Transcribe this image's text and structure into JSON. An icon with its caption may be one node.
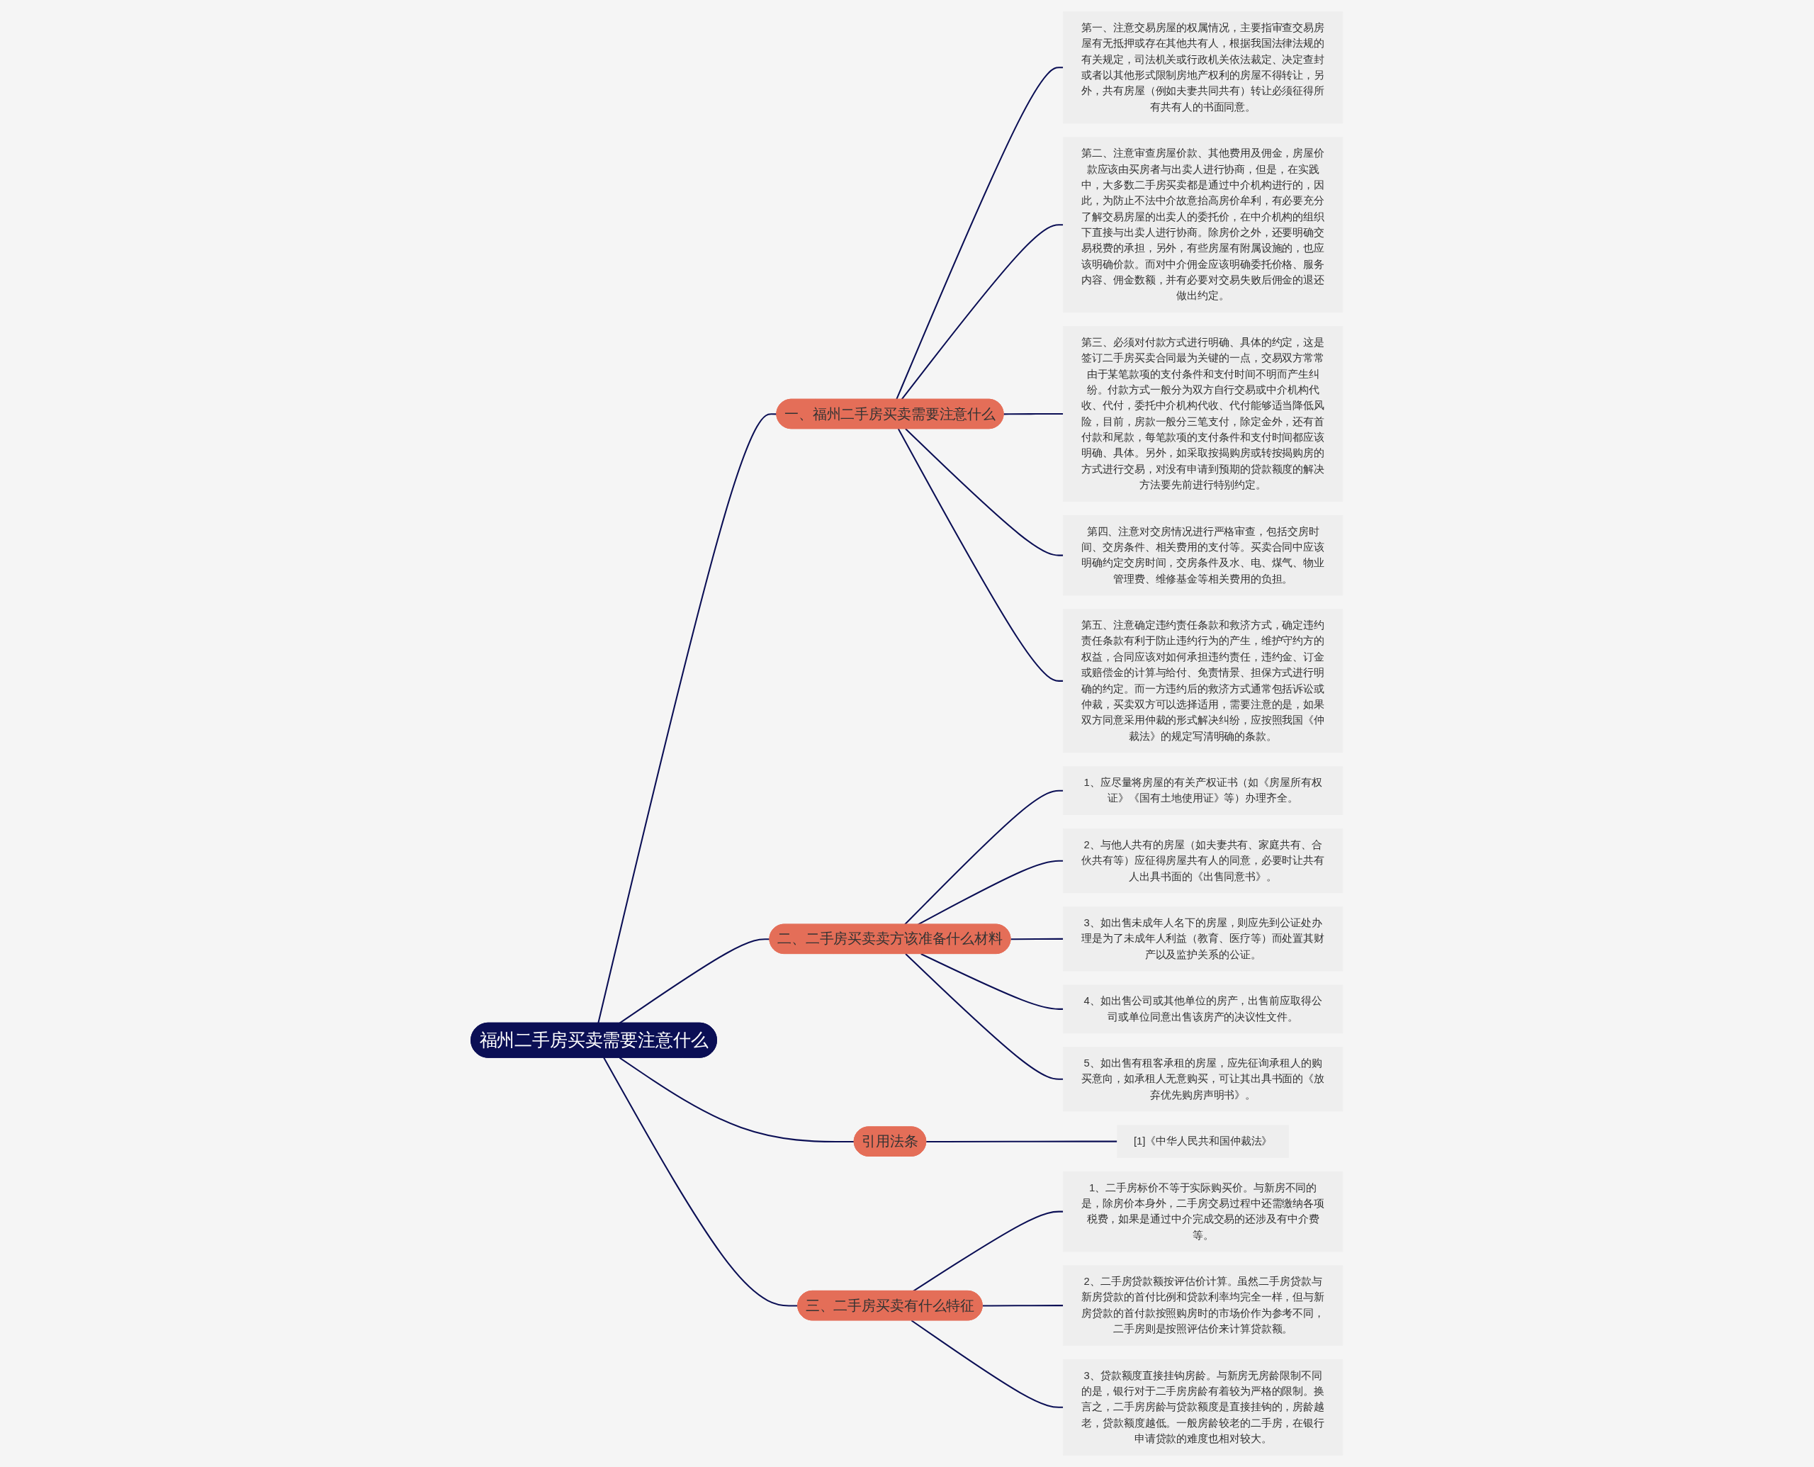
{
  "diagram": {
    "nodes": [
      {
        "text": [
          "福州二手房买卖需要注意什么"
        ]
      },
      {
        "text": [
          "一、福州二手房买卖需要注意什么"
        ]
      },
      {
        "text": [
          "第一、注意交易房屋的权属情况，主要指审查交易房屋有无抵押或存在其他共有人，根据我国法律法规的有关规定，司法机关或行政机关依法裁定、决定查封或者以其他形式限制房地产权利的房屋不得转让，另外，共有房屋（例如夫妻共同共有）转让必须征得所有共有人的书面同意。"
        ]
      },
      {
        "text": [
          "第二、注意审查房屋价款、其他费用及佣金，房屋价款应该由买房者与出卖人进行协商，但是，在实践中，大多数二手房买卖都是通过中介机构进行的，因此，为防止不法中介故意抬高房价牟利，有必要充分了解交易房屋的出卖人的委托价，在中介机构的组织下直接与出卖人进行协商。除房价之外，还要明确交易税费的承担，另外，有些房屋有附属设施的，也应该明确价款。而对中介佣金应该明确委托价格、服务内容、佣金数额，并有必要对交易失败后佣金的退还做出约定。"
        ]
      },
      {
        "text": [
          "第三、必须对付款方式进行明确、具体的约定，这是签订二手房买卖合同最为关键的一点，交易双方常常由于某笔款项的支付条件和支付时间不明而产生纠纷。付款方式一般分为双方自行交易或中介机构代收、代付，委托中介机构代收、代付能够适当降低风险，目前，房款一般分三笔支付，除定金外，还有首付款和尾款，每笔款项的支付条件和支付时间都应该明确、具体。另外，如采取按揭购房或转按揭购房的方式进行交易，对没有申请到预期的贷款额度的解决方法要先前进行特别约定。"
        ]
      },
      {
        "text": [
          "第四、注意对交房情况进行严格审查，包括交房时间、交房条件、相关费用的支付等。买卖合同中应该明确约定交房时间，交房条件及水、电、煤气、物业管理费、维修基金等相关费用的负担。"
        ]
      },
      {
        "text": [
          "第五、注意确定违约责任条款和救济方式，确定违约责任条款有利于防止违约行为的产生，维护守约方的权益，合同应该对如何承担违约责任，违约金、订金或赔偿金的计算与给付、免责情景、担保方式进行明确的约定。而一方违约后的救济方式通常包括诉讼或仲裁，买卖双方可以选择适用，需要注意的是，如果双方同意采用仲裁的形式解决纠纷，应按照我国《仲裁法》的规定写清明确的条款。"
        ]
      },
      {
        "text": [
          "二、二手房买卖卖方该准备什么材料"
        ]
      },
      {
        "text": [
          "1、应尽量将房屋的有关产权证书（如《房屋所有权证》《国有土地使用证》等）办理齐全。"
        ]
      },
      {
        "text": [
          "2、与他人共有的房屋（如夫妻共有、家庭共有、合伙共有等）应征得房屋共有人的同意，必要时让共有人出具书面的《出售同意书》。"
        ]
      },
      {
        "text": [
          "3、如出售未成年人名下的房屋，则应先到公证处办理是为了未成年人利益（教育、医疗等）而处置其财产以及监护关系的公证。"
        ]
      },
      {
        "text": [
          "4、如出售公司或其他单位的房产，出售前应取得公司或单位同意出售该房产的决议性文件。"
        ]
      },
      {
        "text": [
          "5、如出售有租客承租的房屋，应先征询承租人的购买意向，如承租人无意购买，可让其出具书面的《放弃优先购房声明书》。"
        ]
      },
      {
        "text": [
          "引用法条"
        ]
      },
      {
        "text": [
          "[1]《中华人民共和国仲裁法》"
        ]
      },
      {
        "text": [
          "三、二手房买卖有什么特征"
        ]
      },
      {
        "text": [
          "1、二手房标价不等于实际购买价。与新房不同的是，除房价本身外，二手房交易过程中还需缴纳各项税费，如果是通过中介完成交易的还涉及有中介费等。"
        ]
      },
      {
        "text": [
          "2、二手房贷款额按评估价计算。虽然二手房贷款与新房贷款的首付比例和贷款利率均完全一样，但与新房贷款的首付款按照购房时的市场价作为参考不同，二手房则是按照评估价来计算贷款额。"
        ]
      },
      {
        "text": [
          "3、贷款额度直接挂钩房龄。与新房无房龄限制不同的是，银行对于二手房房龄有着较为严格的限制。换言之，二手房房龄与贷款额度是直接挂钩的，房龄越老，贷款额度越低。一般房龄较老的二手房，在银行申请贷款的难度也相对较大。"
        ]
      }
    ],
    "edges": [
      {
        "from": 0,
        "to": 1,
        "arrow": "none"
      },
      {
        "from": 1,
        "to": 2,
        "arrow": "none"
      },
      {
        "from": 1,
        "to": 3,
        "arrow": "none"
      },
      {
        "from": 1,
        "to": 4,
        "arrow": "none"
      },
      {
        "from": 1,
        "to": 5,
        "arrow": "none"
      },
      {
        "from": 1,
        "to": 6,
        "arrow": "none"
      },
      {
        "from": 0,
        "to": 7,
        "arrow": "none"
      },
      {
        "from": 7,
        "to": 8,
        "arrow": "none"
      },
      {
        "from": 7,
        "to": 9,
        "arrow": "none"
      },
      {
        "from": 7,
        "to": 10,
        "arrow": "none"
      },
      {
        "from": 7,
        "to": 11,
        "arrow": "none"
      },
      {
        "from": 7,
        "to": 12,
        "arrow": "none"
      },
      {
        "from": 0,
        "to": 13,
        "arrow": "none"
      },
      {
        "from": 13,
        "to": 14,
        "arrow": "none"
      },
      {
        "from": 0,
        "to": 15,
        "arrow": "none"
      },
      {
        "from": 15,
        "to": 16,
        "arrow": "none"
      },
      {
        "from": 15,
        "to": 17,
        "arrow": "none"
      },
      {
        "from": 15,
        "to": 18,
        "arrow": "none"
      }
    ]
  }
}
